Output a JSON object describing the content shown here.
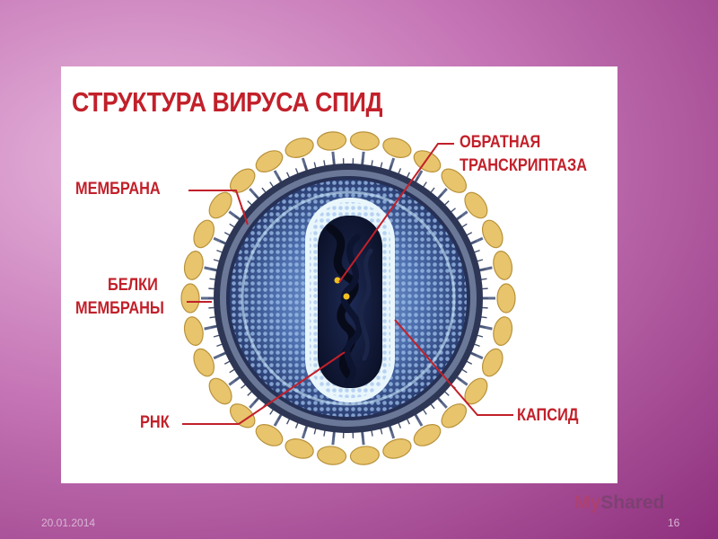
{
  "slide": {
    "title": "СТРУКТУРА ВИРУСА СПИД",
    "labels": {
      "membrane": "МЕМБРАНА",
      "membrane_proteins_line1": "БЕЛКИ",
      "membrane_proteins_line2": "МЕМБРАНЫ",
      "rna": "РНК",
      "reverse_transcriptase_line1": "ОБРАТНАЯ",
      "reverse_transcriptase_line2": "ТРАНСКРИПТАЗА",
      "capsid": "КАПСИД"
    },
    "date": "20.01.2014",
    "page_number": "16",
    "watermark": {
      "prefix": "My",
      "suffix": "Shared"
    }
  },
  "colors": {
    "label_red": "#c2202a",
    "protein_yellow": "#e8c46c",
    "membrane_gray": "#5c6a8c",
    "matrix_blue": "#3f5f9a",
    "capsid_dots": "#dff3fb",
    "rna_dark": "#141a30"
  }
}
